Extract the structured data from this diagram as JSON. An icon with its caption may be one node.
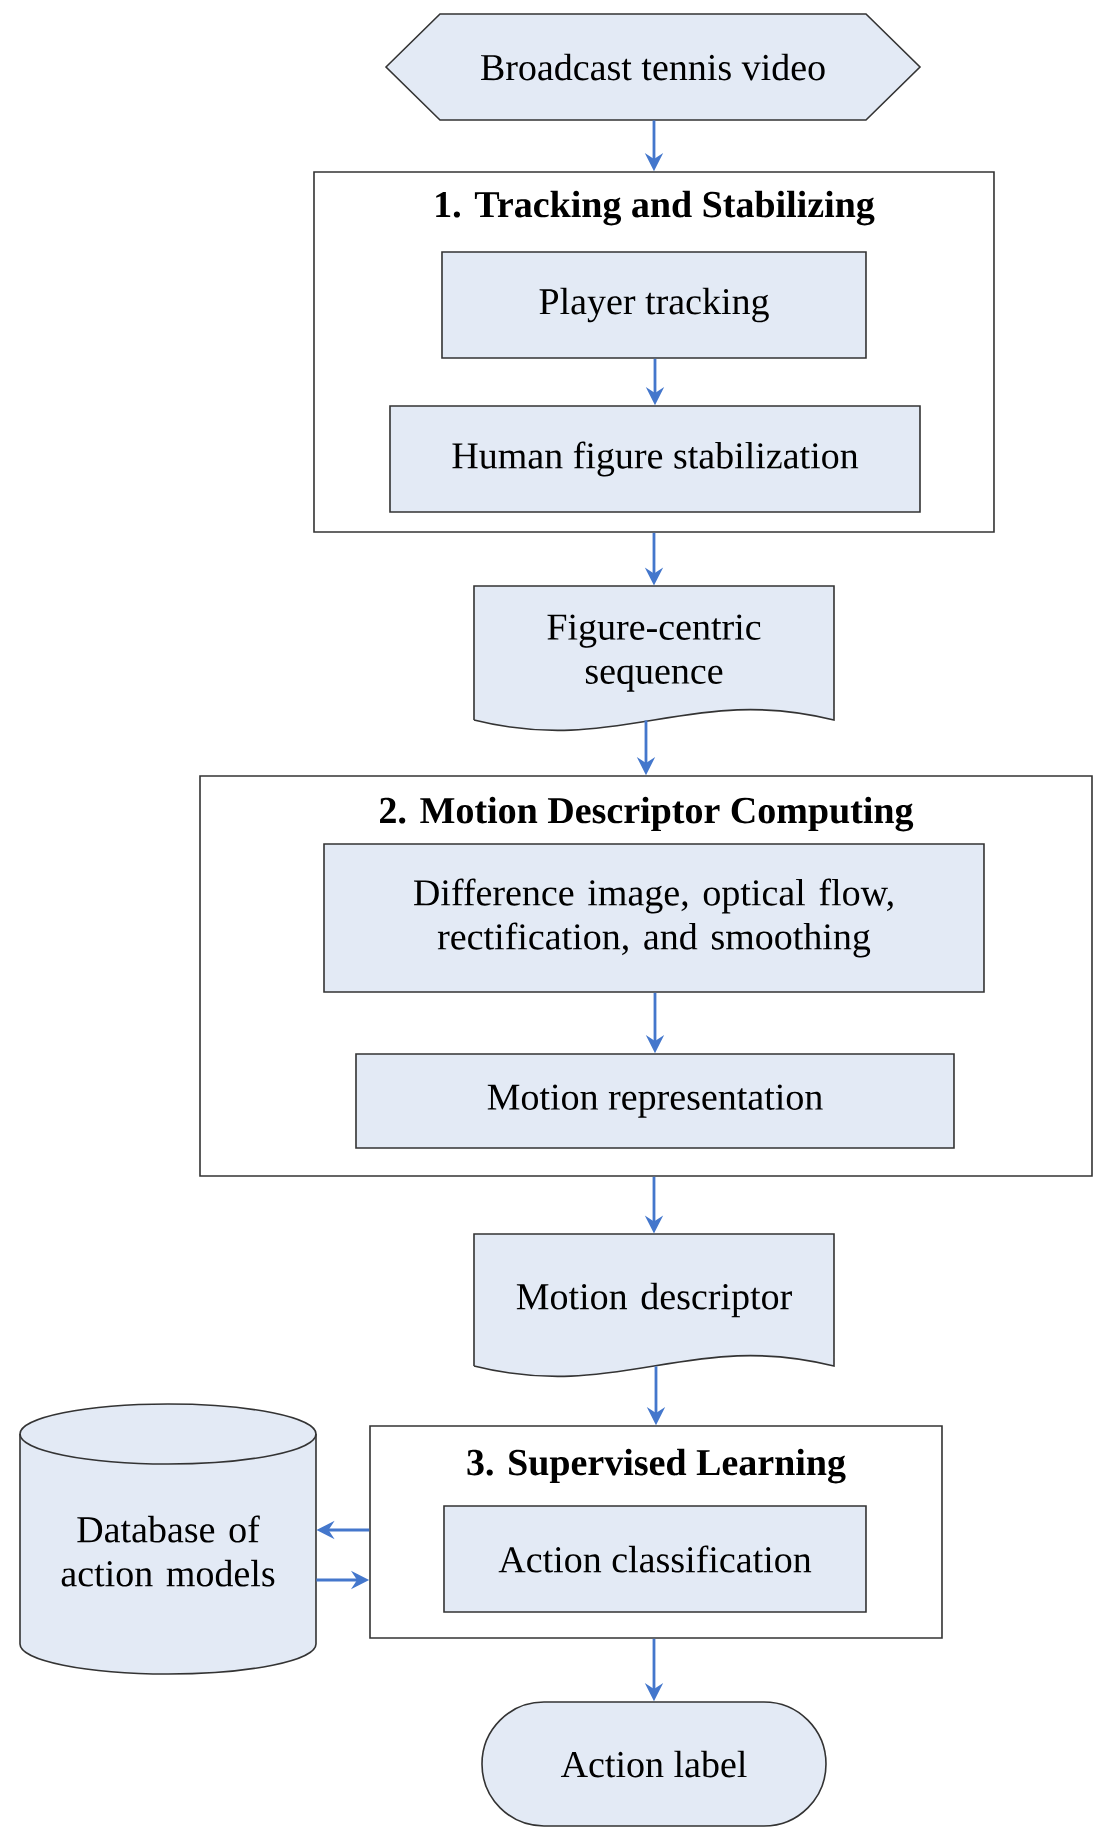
{
  "diagram": {
    "nodes": [
      {
        "text": [
          "Broadcast tennis video"
        ]
      },
      {
        "text": [
          "1. Tracking and Stabilizing"
        ]
      },
      {
        "text": [
          "Player tracking"
        ],
        "in": 1
      },
      {
        "text": [
          "Human figure stabilization"
        ],
        "in": 1
      },
      {
        "text": [
          "Figure-centric sequence"
        ]
      },
      {
        "text": [
          "2. Motion Descriptor Computing"
        ]
      },
      {
        "text": [
          "Difference image, optical flow, rectification, and smoothing"
        ],
        "in": 5
      },
      {
        "text": [
          "Motion representation"
        ],
        "in": 5
      },
      {
        "text": [
          "Motion descriptor"
        ]
      },
      {
        "text": [
          "Database of action models"
        ]
      },
      {
        "text": [
          "3. Supervised Learning"
        ]
      },
      {
        "text": [
          "Action classification"
        ],
        "in": 10
      },
      {
        "text": [
          "Action label"
        ]
      }
    ],
    "edges": [
      {
        "from": 0,
        "to": 1,
        "arrow": "to"
      },
      {
        "from": 2,
        "to": 3,
        "arrow": "to"
      },
      {
        "from": 1,
        "to": 4,
        "arrow": "to"
      },
      {
        "from": 4,
        "to": 5,
        "arrow": "to"
      },
      {
        "from": 6,
        "to": 7,
        "arrow": "to"
      },
      {
        "from": 5,
        "to": 8,
        "arrow": "to"
      },
      {
        "from": 8,
        "to": 10,
        "arrow": "to"
      },
      {
        "from": 10,
        "to": 9,
        "arrow": "to"
      },
      {
        "from": 9,
        "to": 10,
        "arrow": "to"
      },
      {
        "from": 10,
        "to": 12,
        "arrow": "to"
      }
    ]
  }
}
